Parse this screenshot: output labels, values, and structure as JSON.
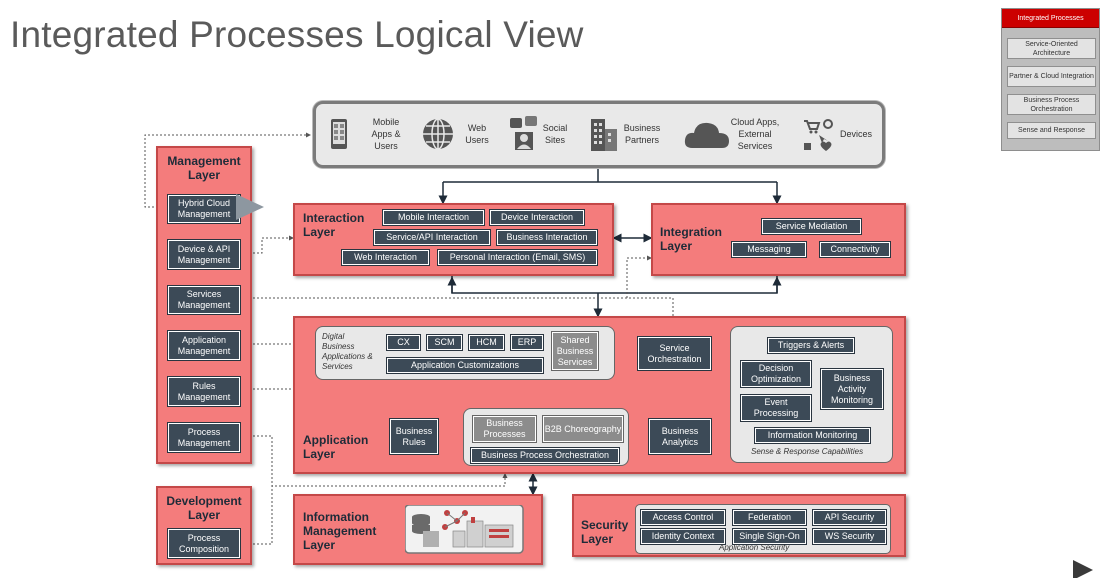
{
  "title": "Integrated Processes Logical View",
  "nav": {
    "items": [
      {
        "label": "Integrated Processes",
        "active": true
      },
      {
        "label": "Service-Oriented Architecture"
      },
      {
        "label": "Partner & Cloud Integration"
      },
      {
        "label": "Business Process Orchestration"
      },
      {
        "label": "Sense and Response"
      }
    ]
  },
  "channels": {
    "mobile": "Mobile Apps & Users",
    "web": "Web Users",
    "social": "Social Sites",
    "partners": "Business Partners",
    "cloud": "Cloud Apps, External Services",
    "devices": "Devices"
  },
  "management": {
    "title": "Management Layer",
    "items": [
      "Hybrid Cloud Management",
      "Device & API Management",
      "Services Management",
      "Application Management",
      "Rules Management",
      "Process Management"
    ]
  },
  "development": {
    "title": "Development Layer",
    "items": [
      "Process Composition"
    ]
  },
  "interaction": {
    "title": "Interaction Layer",
    "items": [
      "Mobile Interaction",
      "Device Interaction",
      "Service/API Interaction",
      "Business Interaction",
      "Web Interaction",
      "Personal Interaction (Email, SMS)"
    ]
  },
  "integration": {
    "title": "Integration Layer",
    "items": [
      "Service Mediation",
      "Messaging",
      "Connectivity"
    ]
  },
  "application": {
    "title": "Application Layer",
    "digital_label": "Digital Business Applications & Services",
    "apps": [
      "CX",
      "SCM",
      "HCM",
      "ERP"
    ],
    "shared": "Shared Business Services",
    "customizations": "Application Customizations",
    "service_orchestration": "Service Orchestration",
    "business_rules": "Business Rules",
    "business_processes": "Business Processes",
    "b2b": "B2B Choreography",
    "bpo": "Business Process Orchestration",
    "business_analytics": "Business Analytics",
    "triggers": "Triggers & Alerts",
    "decision": "Decision Optimization",
    "bam": "Business Activity Monitoring",
    "event": "Event Processing",
    "info_monitoring": "Information Monitoring",
    "sense_caption": "Sense & Response Capabilities"
  },
  "information": {
    "title": "Information Management Layer"
  },
  "security": {
    "title": "Security Layer",
    "items": [
      "Access Control",
      "Federation",
      "API Security",
      "Identity Context",
      "Single Sign-On",
      "WS Security"
    ],
    "caption": "Application Security"
  },
  "colors": {
    "layer_fill": "#f47c7c",
    "layer_border": "#c44848",
    "box_dark": "#3c4a57",
    "box_grey": "#8c8c8c",
    "accent_red": "#cc0000"
  }
}
